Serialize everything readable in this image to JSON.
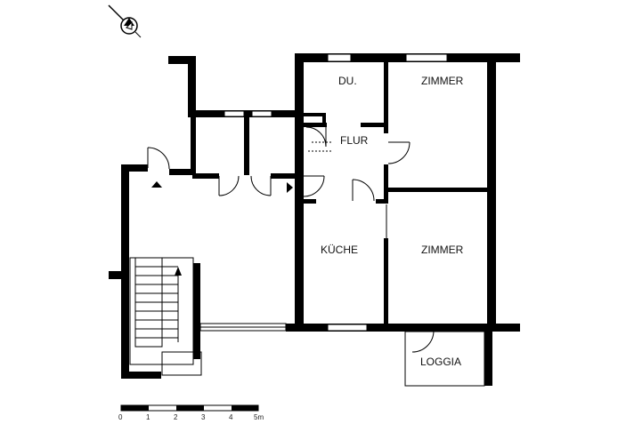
{
  "rooms": {
    "du": "DU.",
    "zimmer_top": "ZIMMER",
    "flur": "FLUR",
    "kueche": "KÜCHE",
    "zimmer_bottom": "ZIMMER",
    "loggia": "LOGGIA"
  },
  "scale_bar": {
    "ticks": [
      "0",
      "1",
      "2",
      "3",
      "4",
      "5m"
    ]
  },
  "compass": {
    "icon": "north-arrow-icon"
  }
}
